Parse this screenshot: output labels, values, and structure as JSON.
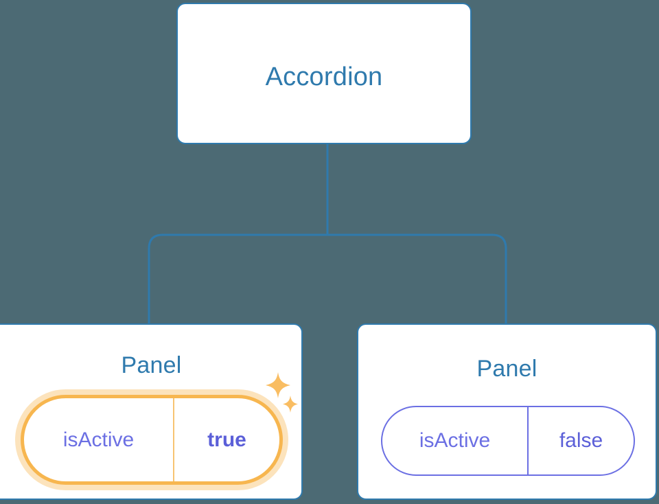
{
  "diagram": {
    "type": "component-tree",
    "background_color": "#4c6a74",
    "node_border_color": "#2f7aad",
    "node_fill_color": "#ffffff",
    "connector_color": "#2f7aad",
    "highlight_color": "#f7b64f",
    "highlight_glow_color": "#fcdfae",
    "prop_text_color": "#6b6fe3",
    "title_color": "#2f7aad"
  },
  "root": {
    "title": "Accordion"
  },
  "panels": [
    {
      "title": "Panel",
      "highlighted": true,
      "prop": {
        "key": "isActive",
        "value": "true",
        "value_bold": true
      },
      "sparkle_icons": [
        "sparkle-large-icon",
        "sparkle-small-icon"
      ]
    },
    {
      "title": "Panel",
      "highlighted": false,
      "prop": {
        "key": "isActive",
        "value": "false",
        "value_bold": false
      }
    }
  ]
}
